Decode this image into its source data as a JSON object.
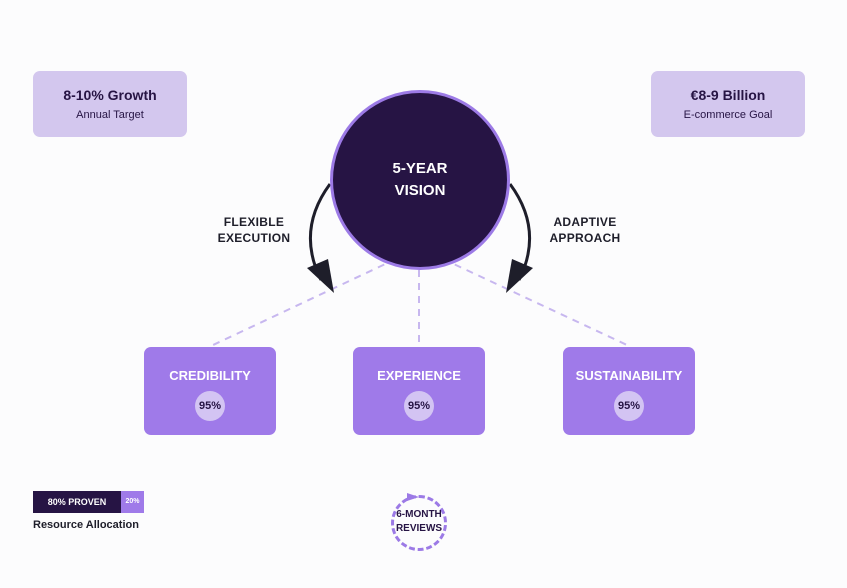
{
  "top_left": {
    "headline": "8-10% Growth",
    "caption": "Annual Target"
  },
  "top_right": {
    "headline": "€8-9 Billion",
    "caption": "E-commerce Goal"
  },
  "hub": {
    "label": "5-YEAR\nVISION"
  },
  "left_arrow_label": "FLEXIBLE\nEXECUTION",
  "right_arrow_label": "ADAPTIVE\nAPPROACH",
  "pillars": [
    {
      "title": "CREDIBILITY",
      "score": "95%"
    },
    {
      "title": "EXPERIENCE",
      "score": "95%"
    },
    {
      "title": "SUSTAINABILITY",
      "score": "95%"
    }
  ],
  "allocation": {
    "primary": "80% PROVEN",
    "secondary": "20%",
    "label": "Resource Allocation"
  },
  "reviews": {
    "label": "6-MONTH\nREVIEWS"
  },
  "colors": {
    "dark": "#261444",
    "accent": "#9f7ae9",
    "light": "#d3c7ee"
  }
}
